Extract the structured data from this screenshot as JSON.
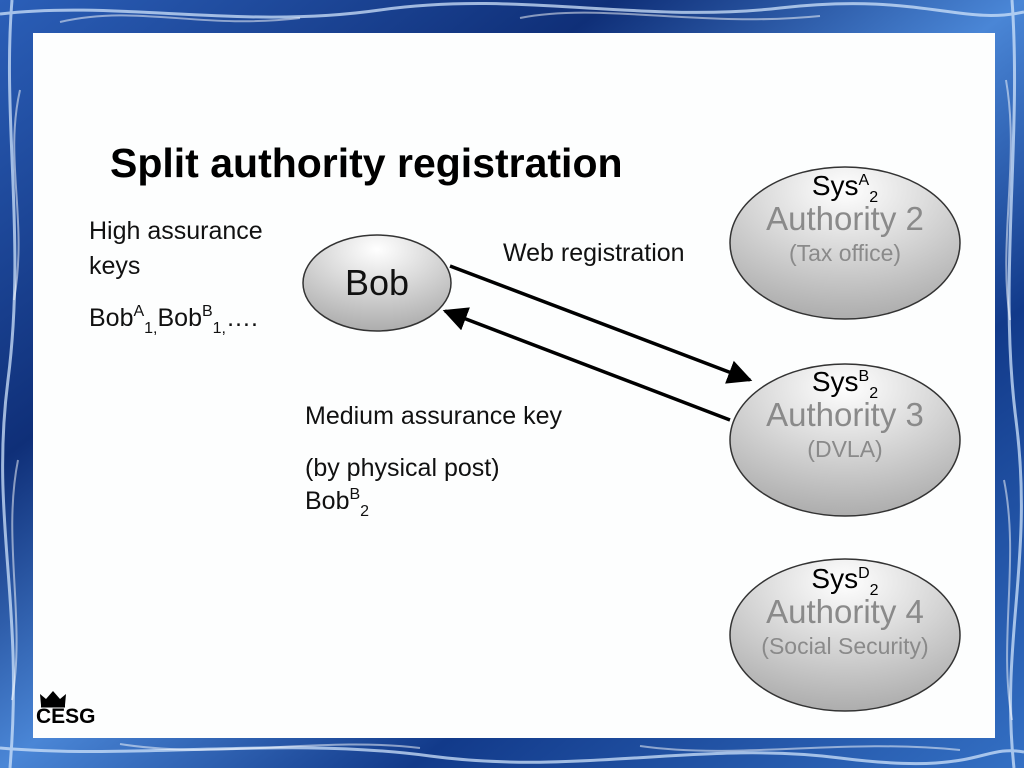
{
  "title": "Split authority registration",
  "left_note": {
    "line1": "High assurance",
    "line2": "keys",
    "keys": {
      "a_base": "Bob",
      "a_sup": "A",
      "a_sub": "1,",
      "b_base": "Bob",
      "b_sup": "B",
      "b_sub": "1,",
      "tail": "…."
    }
  },
  "bob": {
    "label": "Bob"
  },
  "web_label": "Web registration",
  "medium": {
    "line1": "Medium assurance key",
    "line2": "(by physical post)",
    "key_base": "Bob",
    "key_sup": "B",
    "key_sub": "2"
  },
  "authorities": [
    {
      "sys_base": "Sys",
      "sys_sup": "A",
      "sys_sub": "2",
      "name": "Authority 2",
      "place": "(Tax office)"
    },
    {
      "sys_base": "Sys",
      "sys_sup": "B",
      "sys_sub": "2",
      "name": "Authority 3",
      "place": "(DVLA)"
    },
    {
      "sys_base": "Sys",
      "sys_sup": "D",
      "sys_sub": "2",
      "name": "Authority 4",
      "place": "(Social Security)"
    }
  ],
  "logo": {
    "text": "CESG"
  },
  "colors": {
    "border": "#1a3f8c",
    "authority_text": "#8a8a8a"
  }
}
